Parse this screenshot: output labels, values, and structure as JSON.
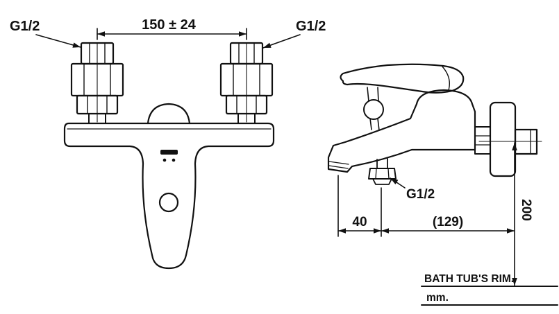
{
  "page": {
    "background": "#ffffff",
    "line_color": "#111111"
  },
  "front_view": {
    "label_left_inlet": "G1/2",
    "label_right_inlet": "G1/2",
    "dim_inlet_spacing": "150 ± 24"
  },
  "side_view": {
    "label_diverter_outlet": "G1/2",
    "dim_spout_reach": "40",
    "dim_body_depth": "(129)",
    "dim_height_above_rim": "200"
  },
  "footer": {
    "reference_line_label": "BATH TUB'S RIM.",
    "unit_label": "mm."
  }
}
